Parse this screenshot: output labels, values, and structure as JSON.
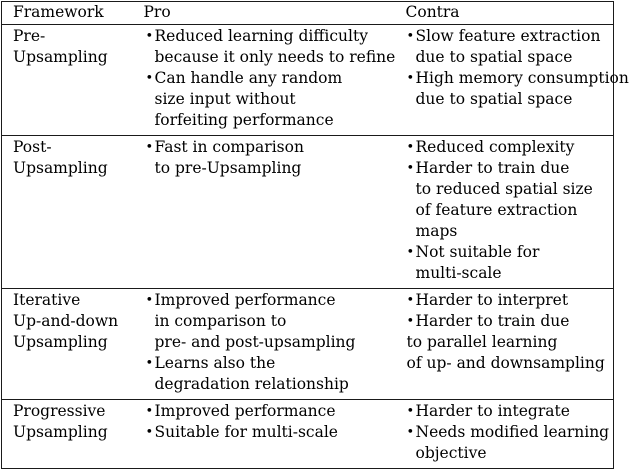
{
  "table": {
    "columns": [
      {
        "key": "framework",
        "label": "Framework"
      },
      {
        "key": "pro",
        "label": "Pro"
      },
      {
        "key": "contra",
        "label": "Contra"
      }
    ],
    "rows": [
      {
        "framework": {
          "lines": [
            "Pre-",
            "Upsampling"
          ]
        },
        "pro": {
          "bullets": [
            {
              "lines": [
                "Reduced learning difficulty",
                "because it only needs to refine"
              ]
            },
            {
              "lines": [
                "Can handle any random",
                "size input without",
                "forfeiting performance"
              ]
            }
          ]
        },
        "contra": {
          "bullets": [
            {
              "lines": [
                "Slow feature extraction",
                "due to spatial space"
              ]
            },
            {
              "lines": [
                "High memory consumption",
                "due to spatial space"
              ]
            }
          ]
        }
      },
      {
        "framework": {
          "lines": [
            "Post-",
            "Upsampling"
          ]
        },
        "pro": {
          "bullets": [
            {
              "lines": [
                "Fast in comparison",
                "to pre-Upsampling"
              ]
            }
          ]
        },
        "contra": {
          "bullets": [
            {
              "lines": [
                "Reduced complexity"
              ]
            },
            {
              "lines": [
                "Harder to train due",
                "to reduced spatial size",
                "of feature extraction",
                "maps"
              ]
            },
            {
              "lines": [
                "Not suitable for",
                "multi-scale"
              ]
            }
          ]
        }
      },
      {
        "framework": {
          "lines": [
            "Iterative",
            "Up-and-down",
            "Upsampling"
          ]
        },
        "pro": {
          "bullets": [
            {
              "lines": [
                "Improved performance",
                "in comparison to",
                "pre- and post-upsampling"
              ]
            },
            {
              "lines": [
                "Learns also the",
                "degradation relationship"
              ]
            }
          ]
        },
        "contra": {
          "flush": true,
          "bullets": [
            {
              "lines": [
                "Harder to interpret"
              ]
            },
            {
              "lines": [
                "Harder to train due",
                "to parallel learning",
                "of up- and downsampling"
              ]
            }
          ]
        }
      },
      {
        "framework": {
          "lines": [
            "Progressive",
            "Upsampling"
          ]
        },
        "pro": {
          "bullets": [
            {
              "lines": [
                "Improved performance"
              ]
            },
            {
              "lines": [
                "Suitable for multi-scale"
              ]
            }
          ]
        },
        "contra": {
          "bullets": [
            {
              "lines": [
                "Harder to integrate"
              ]
            },
            {
              "lines": [
                "Needs modified learning",
                "objective"
              ]
            }
          ]
        }
      }
    ]
  },
  "style": {
    "border_color": "#1a1a1a",
    "text_color": "#000000",
    "background": "#ffffff",
    "bullet_glyph": "•"
  }
}
